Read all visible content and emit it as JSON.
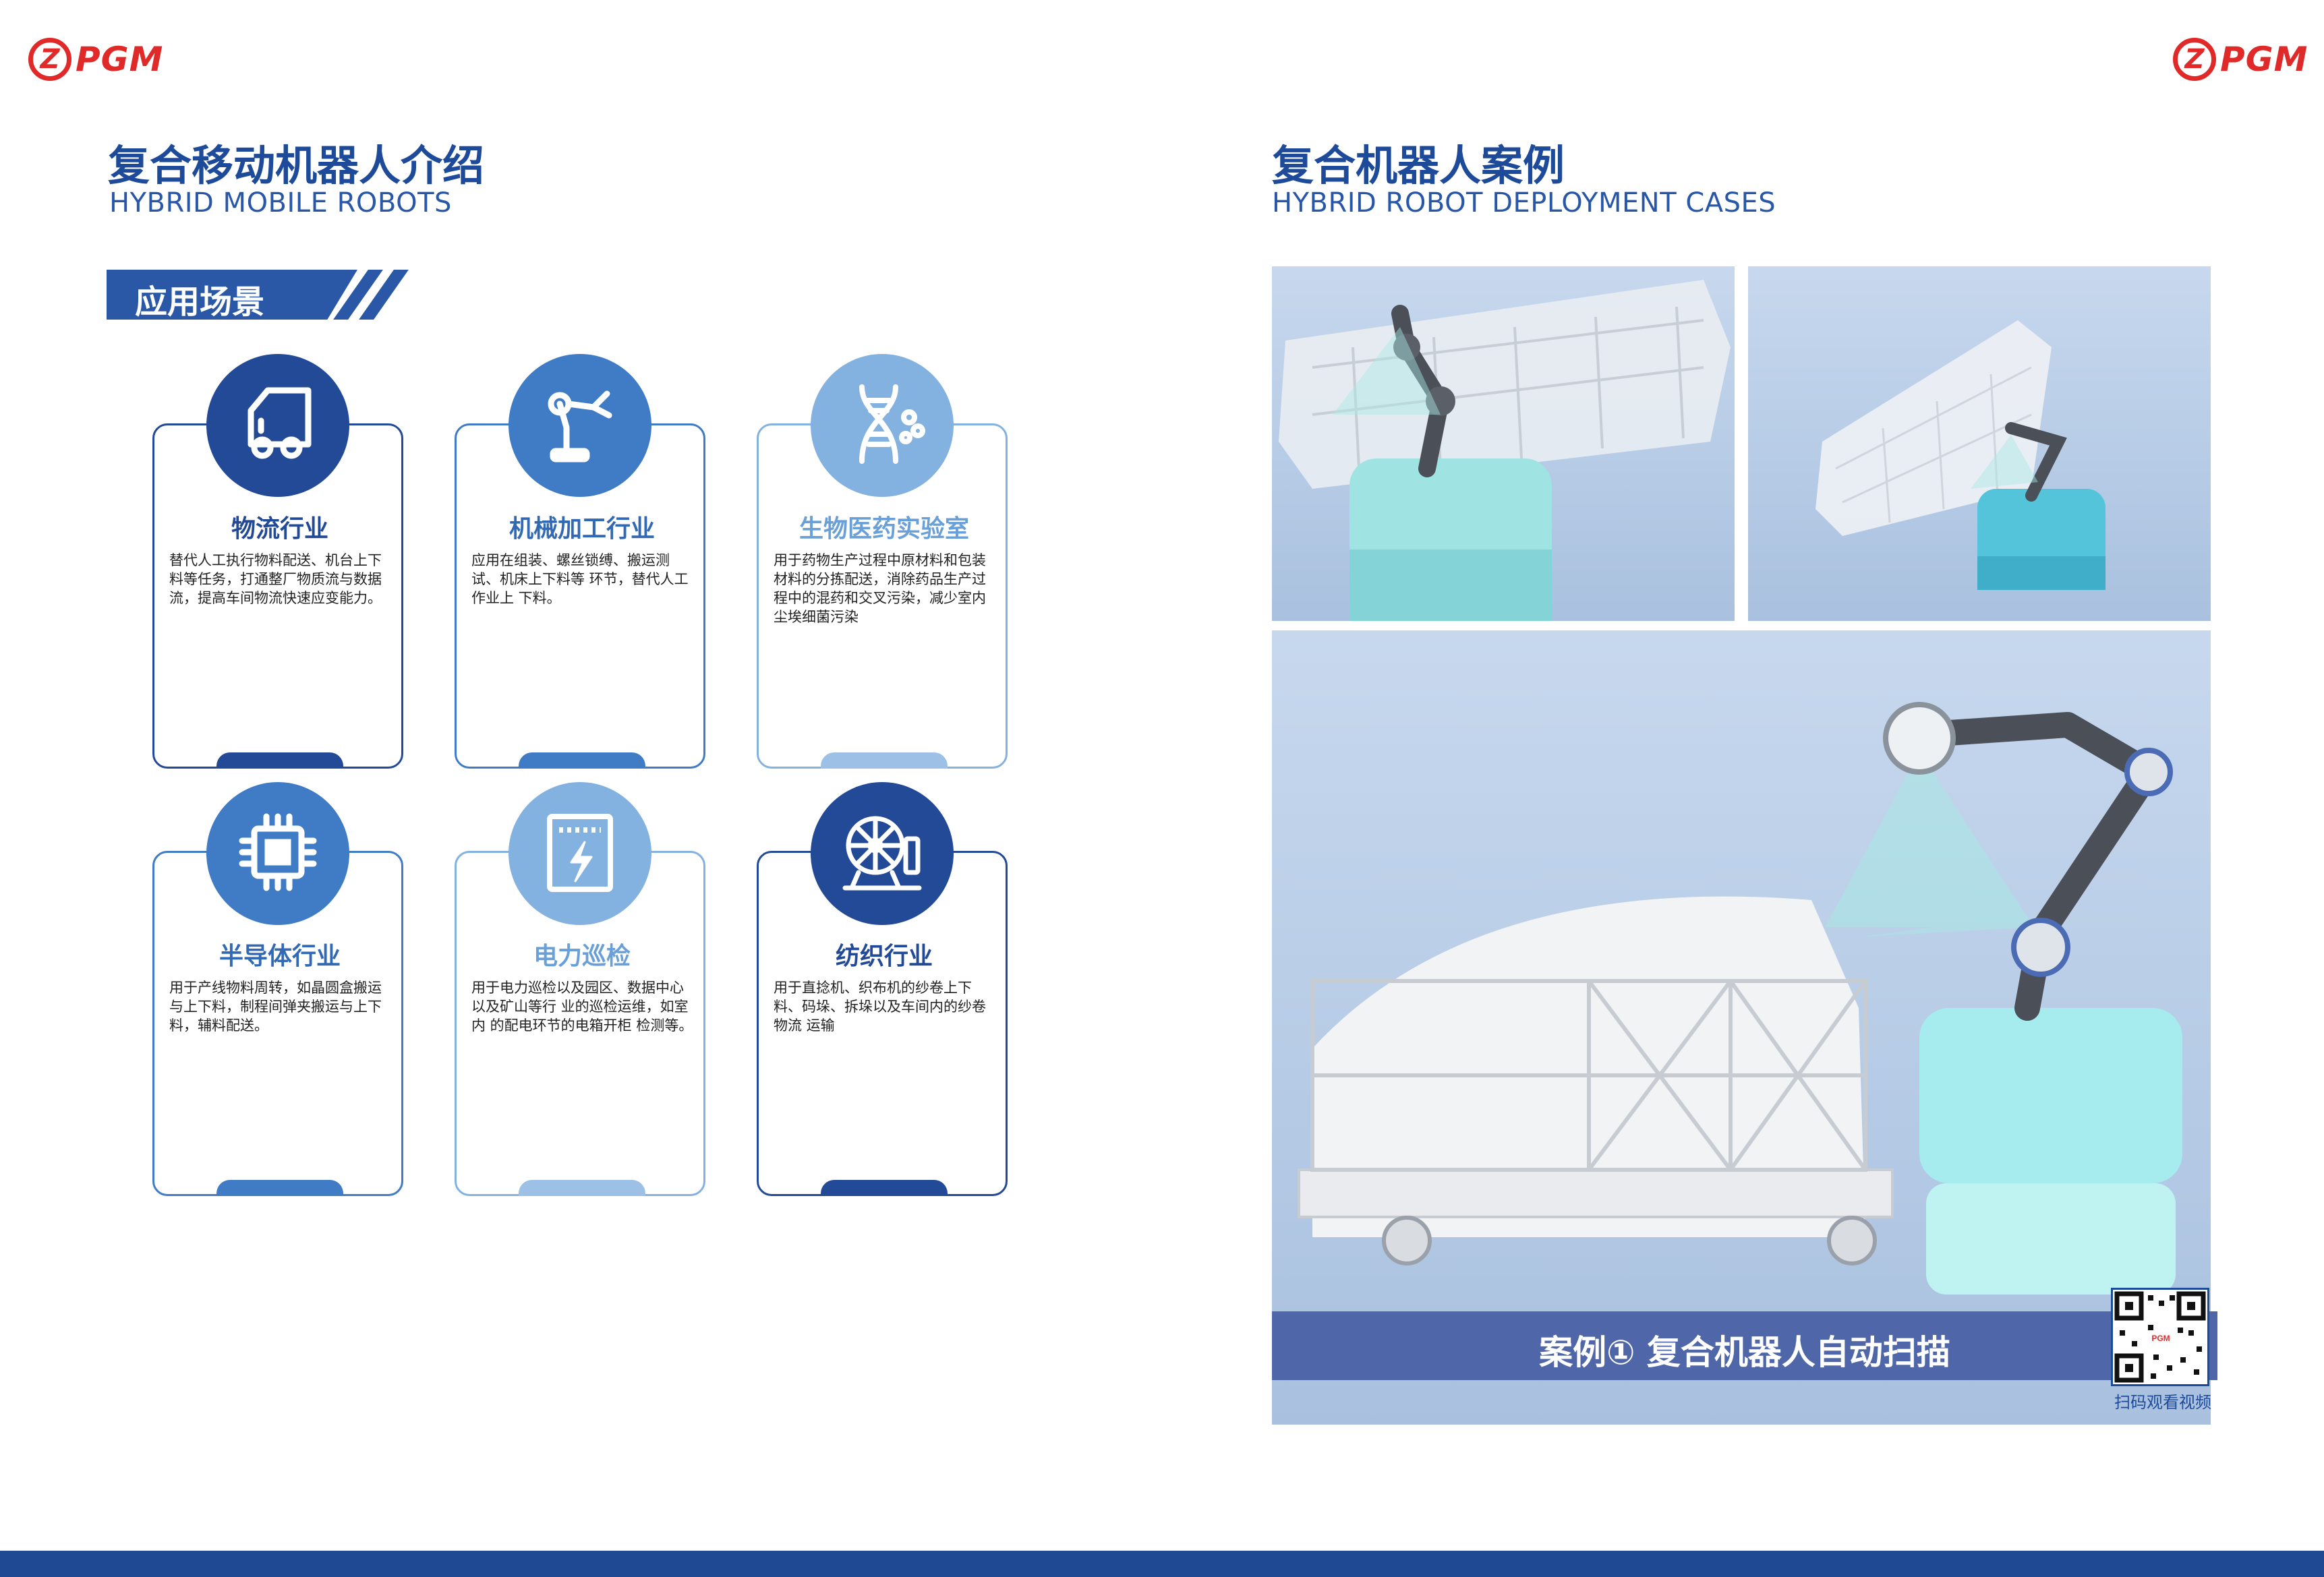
{
  "logo": {
    "mark": "Z",
    "text": "PGM"
  },
  "left": {
    "title_cn": "复合移动机器人介绍",
    "title_en": "HYBRID MOBILE ROBOTS",
    "section_label": "应用场景",
    "cards": [
      {
        "title": "物流行业",
        "desc": "替代人工执行物料配送、机台上下料等任务，打通整厂物质流与数据流，提高车间物流快速应变能力。",
        "icon": "truck-icon",
        "color": "#234a96",
        "tab_color": "#234a96",
        "title_color": "#234a96"
      },
      {
        "title": "机械加工行业",
        "desc": "应用在组装、螺丝锁缚、搬运测试、机床上下料等 环节，替代人工作业上 下料。",
        "icon": "robot-arm-icon",
        "color": "#3f7cc5",
        "tab_color": "#3f7cc5",
        "title_color": "#3269b4"
      },
      {
        "title": "生物医药实验室",
        "desc": "用于药物生产过程中原材料和包装材料的分拣配送，消除药品生产过程中的混药和交叉污染，减少室内尘埃细菌污染",
        "icon": "dna-icon",
        "color": "#84b2e0",
        "tab_color": "#9cc0e6",
        "title_color": "#6aa0d8"
      },
      {
        "title": "半导体行业",
        "desc": "用于产线物料周转，如晶圆盒搬运与上下料，制程间弹夹搬运与上下 料，辅料配送。",
        "icon": "chip-icon",
        "color": "#3f7cc5",
        "tab_color": "#3f7cc5",
        "title_color": "#3269b4"
      },
      {
        "title": "电力巡检",
        "desc": "用于电力巡检以及园区、数据中心以及矿山等行 业的巡检运维，如室内 的配电环节的电箱开柜 检测等。",
        "icon": "power-cabinet-icon",
        "color": "#84b2e0",
        "tab_color": "#9cc0e6",
        "title_color": "#6aa0d8"
      },
      {
        "title": "纺织行业",
        "desc": "用于直捻机、织布机的纱卷上下料、码垛、拆垛以及车间内的纱卷物流 运输",
        "icon": "spinning-wheel-icon",
        "color": "#234a96",
        "tab_color": "#234a96",
        "title_color": "#234a96"
      }
    ]
  },
  "right": {
    "title_cn": "复合机器人案例",
    "title_en": "HYBRID ROBOT DEPLOYMENT CASES",
    "caption": "案例① 复合机器人自动扫描",
    "qr_label": "扫码观看视频"
  },
  "colors": {
    "primary": "#1e4a9a",
    "accent_red": "#e02a2a",
    "caption_bg": "#4f67a8",
    "robot_base": "#9fe3e3"
  }
}
